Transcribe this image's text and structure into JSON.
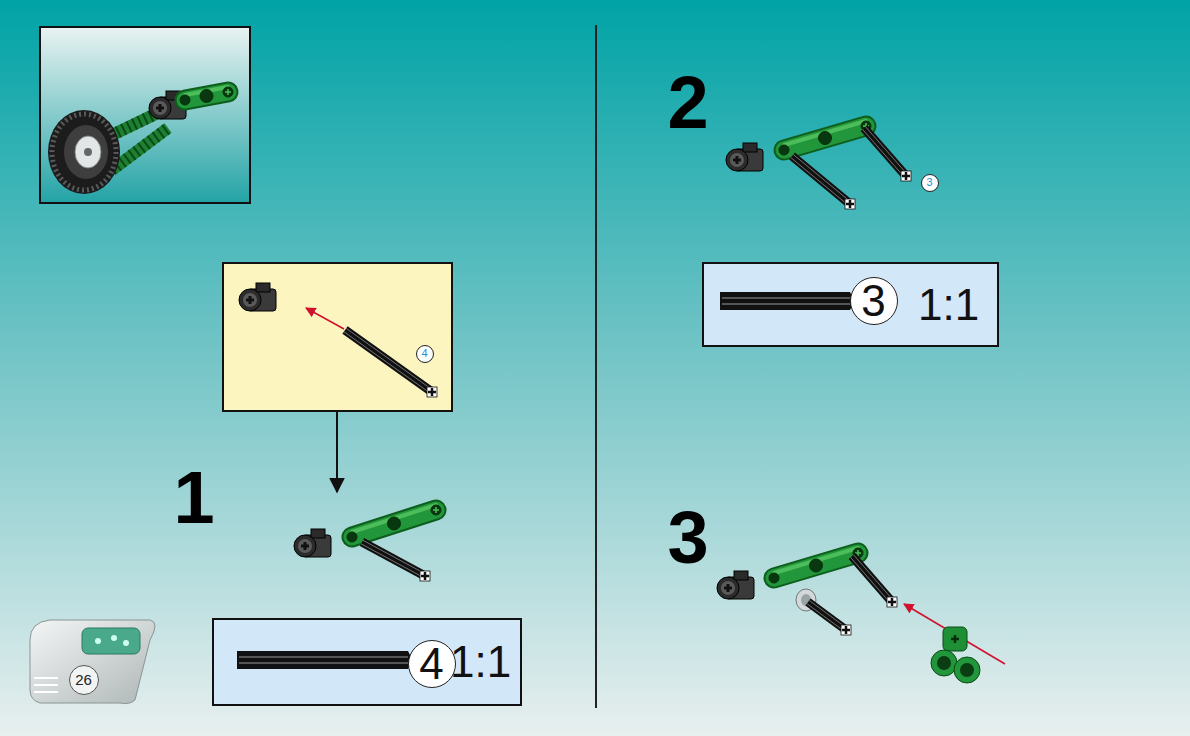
{
  "diagram": {
    "nodes": [
      {
        "text": [
          "4"
        ]
      },
      {
        "text": [
          "1:1"
        ]
      },
      {
        "text": [
          "4"
        ],
        "in": 1
      },
      {
        "text": [
          "3"
        ]
      },
      {
        "text": [
          "1:1"
        ]
      },
      {
        "text": [
          "3"
        ],
        "in": 4
      },
      {
        "text": [
          "26"
        ]
      }
    ],
    "labels": [
      "1",
      "2",
      "3"
    ]
  }
}
